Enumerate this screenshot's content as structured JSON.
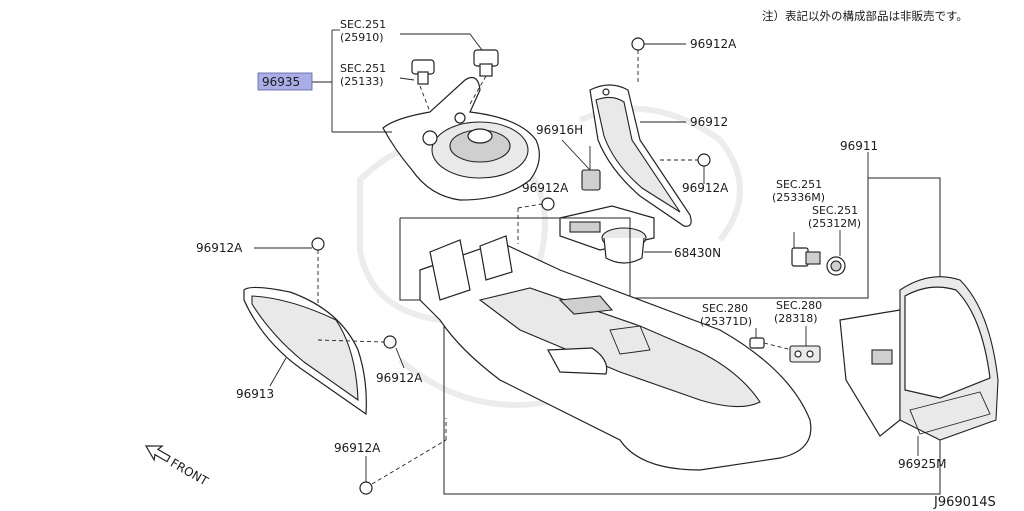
{
  "note": "注）表記以外の構成部品は非販売です。",
  "diagram_code": "J969014S",
  "direction": "FRONT",
  "highlighted_part": "96935",
  "sections": {
    "sec1": {
      "label": "SEC.251",
      "ref": "(25910)"
    },
    "sec2": {
      "label": "SEC.251",
      "ref": "(25133)"
    },
    "sec3": {
      "label": "SEC.251",
      "ref": "(25336M)"
    },
    "sec4": {
      "label": "SEC.251",
      "ref": "(25312M)"
    },
    "sec5": {
      "label": "SEC.280",
      "ref": "(25371D)"
    },
    "sec6": {
      "label": "SEC.280",
      "ref": "(28318)"
    }
  },
  "parts": {
    "p96912A_top": "96912A",
    "p96912": "96912",
    "p96916H": "96916H",
    "p96912A_mid": "96912A",
    "p96912A_right": "96912A",
    "p96911": "96911",
    "p68430N": "68430N",
    "p96912A_left": "96912A",
    "p96913": "96913",
    "p96912A_lower": "96912A",
    "p96912A_bottom": "96912A",
    "p96925M": "96925M"
  },
  "colors": {
    "highlight": "#a9aee6",
    "line": "#222222"
  }
}
